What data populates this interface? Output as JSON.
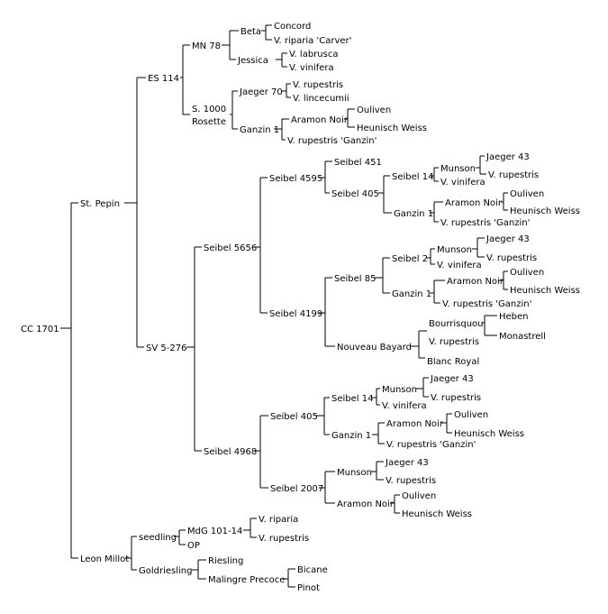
{
  "colors": {
    "background": "#ffffff",
    "line": "#000000",
    "text": "#000000"
  },
  "pedigree": {
    "root": "CC 1701",
    "st_pepin": "St. Pepin",
    "es_114": "ES 114",
    "mn_78": "MN 78",
    "beta": "Beta",
    "concord": "Concord",
    "v_riparia_carver": "V. riparia 'Carver'",
    "jessica": "Jessica",
    "v_labrusca": "V. labrusca",
    "v_vinifera_a": "V. vinifera",
    "s_1000": "S. 1000",
    "rosette": "Rosette",
    "jaeger_70": "Jaeger 70",
    "v_rupestris_a": "V. rupestris",
    "v_lincecumii": "V. lincecumii",
    "ganzin_1_a": "Ganzin 1",
    "aramon_noir_a": "Aramon Noir",
    "ouliven_a": "Ouliven",
    "heunisch_weiss_a": "Heunisch Weiss",
    "v_rupestris_ganzin_a": "V. rupestris 'Ganzin'",
    "sv_5_276": "SV 5-276",
    "seibel_5656": "Seibel 5656",
    "seibel_4595": "Seibel 4595",
    "seibel_451": "Seibel 451",
    "seibel_405_a": "Seibel 405",
    "seibel_14_a": "Seibel 14",
    "munson_a": "Munson",
    "jaeger_43_a": "Jaeger 43",
    "v_rupestris_b": "V. rupestris",
    "v_vinifera_b": "V. vinifera",
    "ganzin_1_b": "Ganzin 1",
    "aramon_noir_b": "Aramon Noir",
    "ouliven_b": "Ouliven",
    "heunisch_weiss_b": "Heunisch Weiss",
    "v_rupestris_ganzin_b": "V. rupestris 'Ganzin'",
    "seibel_4199": "Seibel 4199",
    "seibel_85": "Seibel 85",
    "seibel_2": "Seibel 2",
    "munson_b": "Munson",
    "jaeger_43_b": "Jaeger 43",
    "v_rupestris_c": "V. rupestris",
    "v_vinifera_c": "V. vinifera",
    "ganzin_1_c": "Ganzin 1",
    "aramon_noir_c": "Aramon Noir",
    "ouliven_c": "Ouliven",
    "heunisch_weiss_c": "Heunisch Weiss",
    "v_rupestris_ganzin_c": "V. rupestris 'Ganzin'",
    "nouveau_bayard": "Nouveau Bayard",
    "bourrisquou": "Bourrisquou",
    "heben": "Heben",
    "monastrell": "Monastrell",
    "v_rupestris_d": "V. rupestris",
    "blanc_royal": "Blanc Royal",
    "seibel_4968": "Seibel 4968",
    "seibel_405_b": "Seibel 405",
    "seibel_14_b": "Seibel 14",
    "munson_c": "Munson",
    "jaeger_43_c": "Jaeger 43",
    "v_rupestris_e": "V. rupestris",
    "v_vinifera_d": "V. vinifera",
    "ganzin_1_d": "Ganzin 1",
    "aramon_noir_d": "Aramon Noir",
    "ouliven_d": "Ouliven",
    "heunisch_weiss_d": "Heunisch Weiss",
    "v_rupestris_ganzin_d": "V. rupestris 'Ganzin'",
    "seibel_2007": "Seibel 2007",
    "munson_d": "Munson",
    "jaeger_43_d": "Jaeger 43",
    "v_rupestris_f": "V. rupestris",
    "aramon_noir_e": "Aramon Noir",
    "ouliven_e": "Ouliven",
    "heunisch_weiss_e": "Heunisch Weiss",
    "leon_millot": "Leon Millot",
    "seedling": "seedling",
    "mdg_101_14": "MdG 101-14",
    "v_riparia": "V. riparia",
    "v_rupestris_g": "V. rupestris",
    "op": "OP",
    "goldriesling": "Goldriesling",
    "riesling": "Riesling",
    "malingre_precoce": "Malingre Precoce",
    "bicane": "Bicane",
    "pinot": "Pinot"
  }
}
